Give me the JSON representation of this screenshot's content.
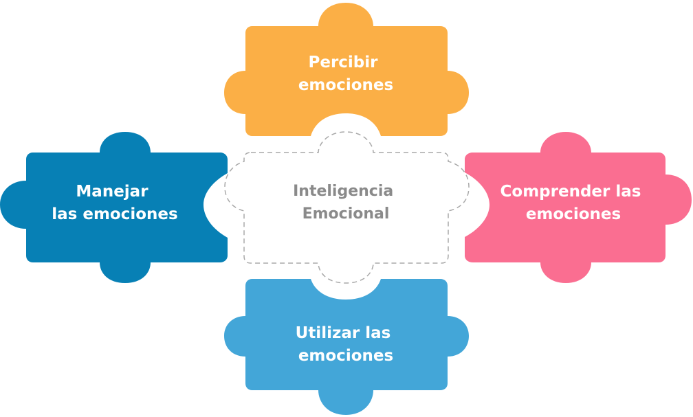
{
  "diagram": {
    "center": {
      "line1": "Inteligencia",
      "line2": "Emocional",
      "text_color": "#8a8a8a",
      "border_color": "#a8a8a8"
    },
    "pieces": {
      "top": {
        "line1": "Percibir",
        "line2": "emociones",
        "color": "#fbaf46"
      },
      "right": {
        "line1": "Comprender las",
        "line2": "emociones",
        "color": "#fa6e91"
      },
      "bottom": {
        "line1": "Utilizar las",
        "line2": "emociones",
        "color": "#43a6d8"
      },
      "left": {
        "line1": "Manejar",
        "line2": "las emociones",
        "color": "#0780b5"
      }
    },
    "label_color": "#ffffff"
  }
}
